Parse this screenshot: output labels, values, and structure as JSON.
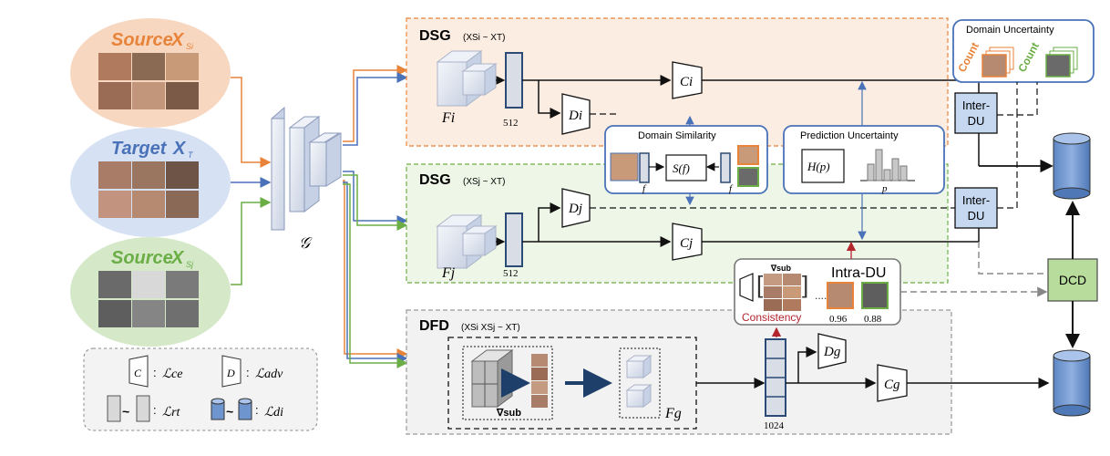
{
  "inputs": {
    "source_i": {
      "prefix": "Source",
      "symbol": "X",
      "sub": "Si"
    },
    "target": {
      "prefix": "Target",
      "symbol": "X",
      "sub": "T"
    },
    "source_j": {
      "prefix": "Source",
      "symbol": "X",
      "sub": "Sj"
    }
  },
  "shared_encoder_label": "𝒢",
  "dsg_i": {
    "title": "DSG",
    "flow": "(XSi ~ XT)",
    "feature": "Fi",
    "feature_dim": "512",
    "classifier": "Ci",
    "discriminator": "Di"
  },
  "dsg_j": {
    "title": "DSG",
    "flow": "(XSj ~ XT)",
    "feature": "Fj",
    "feature_dim": "512",
    "classifier": "Cj",
    "discriminator": "Dj"
  },
  "dfd": {
    "title": "DFD",
    "flow": "(XSi XSj ~ XT)",
    "feature": "Fg",
    "feature_dim": "1024",
    "classifier": "Cg",
    "discriminator": "Dg",
    "sub_label": "∇sub"
  },
  "domain_similarity": {
    "title": "Domain Similarity",
    "func": "S(f)",
    "f_left": "f",
    "f_right": "f"
  },
  "prediction_uncertainty": {
    "title": "Prediction Uncertainty",
    "func": "H(p)",
    "p_label": "p"
  },
  "domain_uncertainty": {
    "title": "Domain Uncertainty",
    "count_orange": "Count",
    "count_green": "Count"
  },
  "inter_du_top": "Inter-DU",
  "inter_du_bottom": "Inter-DU",
  "intra_du": {
    "title": "Intra-DU",
    "sub_label": "∇sub",
    "consistency": "Consistency",
    "score_1": "0.96",
    "score_2": "0.88"
  },
  "dcd": "DCD",
  "legend": {
    "c_symbol": "C",
    "c_loss": "ℒce",
    "d_symbol": "D",
    "d_loss": "ℒadv",
    "rt_sep": "~",
    "rt_loss": "ℒrt",
    "di_sep": "~",
    "di_loss": "ℒdi"
  },
  "colors": {
    "orange": "#e8833a",
    "blue": "#4a72b8",
    "green": "#6aae45",
    "dark_red": "#b3262e",
    "navy": "#1f3f6b"
  }
}
